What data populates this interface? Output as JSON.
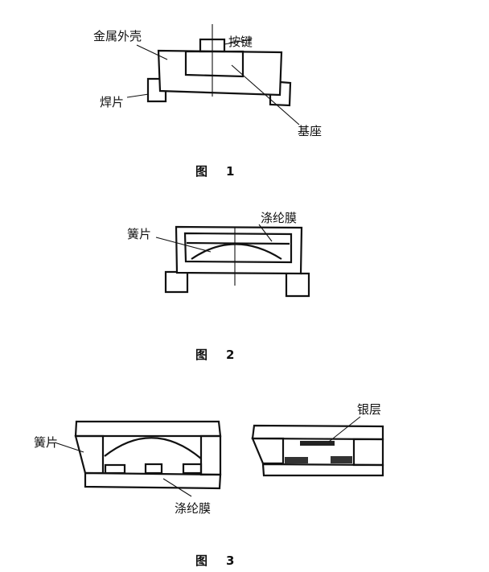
{
  "figure1": {
    "labels": {
      "shell": "金属外壳",
      "button": "按键",
      "solder_tab": "焊片",
      "base": "基座"
    },
    "caption_prefix": "图",
    "caption_number": "1"
  },
  "figure2": {
    "labels": {
      "film": "涤纶膜",
      "spring": "簧片"
    },
    "caption_prefix": "图",
    "caption_number": "2"
  },
  "figure3": {
    "labels": {
      "spring": "簧片",
      "film": "涤纶膜",
      "silver_layer": "银层"
    },
    "caption_prefix": "图",
    "caption_number": "3"
  }
}
